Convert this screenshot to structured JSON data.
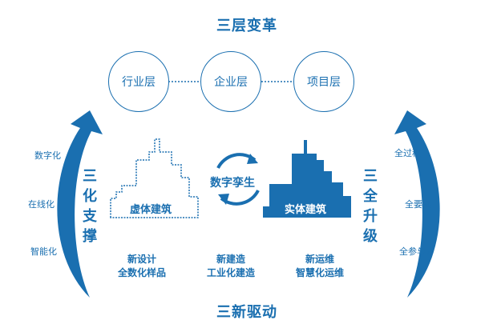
{
  "top_title": "三层变革",
  "layers": [
    "行业层",
    "企业层",
    "项目层"
  ],
  "left": {
    "title": "三化支撑",
    "items": [
      "数字化",
      "在线化",
      "智能化"
    ]
  },
  "right": {
    "title": "三全升级",
    "items": [
      "全过程",
      "全要素",
      "全参与方"
    ]
  },
  "virtual_building": "虚体建筑",
  "real_building": "实体建筑",
  "twin": "数字孪生",
  "captions": [
    {
      "line1": "新设计",
      "line2": "全数化样品"
    },
    {
      "line1": "新建造",
      "line2": "工业化建造"
    },
    {
      "line1": "新运维",
      "line2": "智慧化运维"
    }
  ],
  "bottom_title": "三新驱动",
  "colors": {
    "primary": "#1a6fb0"
  }
}
